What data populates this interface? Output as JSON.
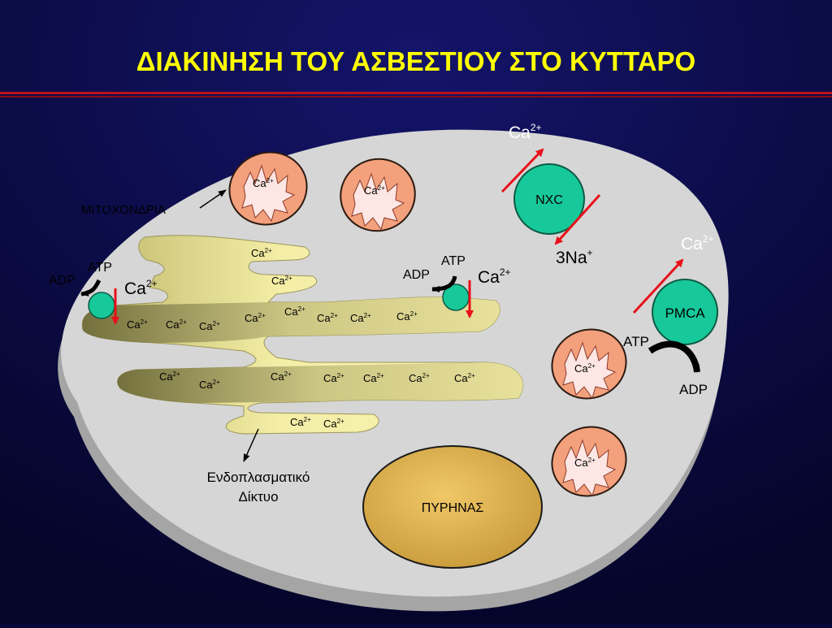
{
  "slide": {
    "title": "ΔΙΑΚΙΝΗΣΗ ΤΟΥ ΑΣΒΕΣΤΙΟΥ ΣΤΟ ΚΥΤΤΑΡΟ"
  },
  "colors": {
    "background": "#08083a",
    "title": "#ffff00",
    "rule": "#c0101a",
    "cell": "#d6d6d6",
    "cell_rim": "#9e9e9e",
    "mitochondria": "#f3a07c",
    "er_light": "#f1eb9e",
    "er_dark": "#7d7a42",
    "pump": "#17c99a",
    "nucleus": "#e6bc58",
    "arrow": "#e8101a"
  },
  "labels": {
    "mitochondria": "ΜΙΤΟΧΟΝΔΡΙΑ",
    "er_line1": "Ενδοπλασματικό",
    "er_line2": "Δίκτυο",
    "nucleus": "ΠΥΡΗΝΑΣ",
    "nxc": "NXC",
    "pmca": "PMCA",
    "atp": "ATP",
    "adp": "ADP",
    "na_base": "3Na",
    "na_sup": "+",
    "ca_base": "Ca",
    "ca_sup": "2+"
  }
}
